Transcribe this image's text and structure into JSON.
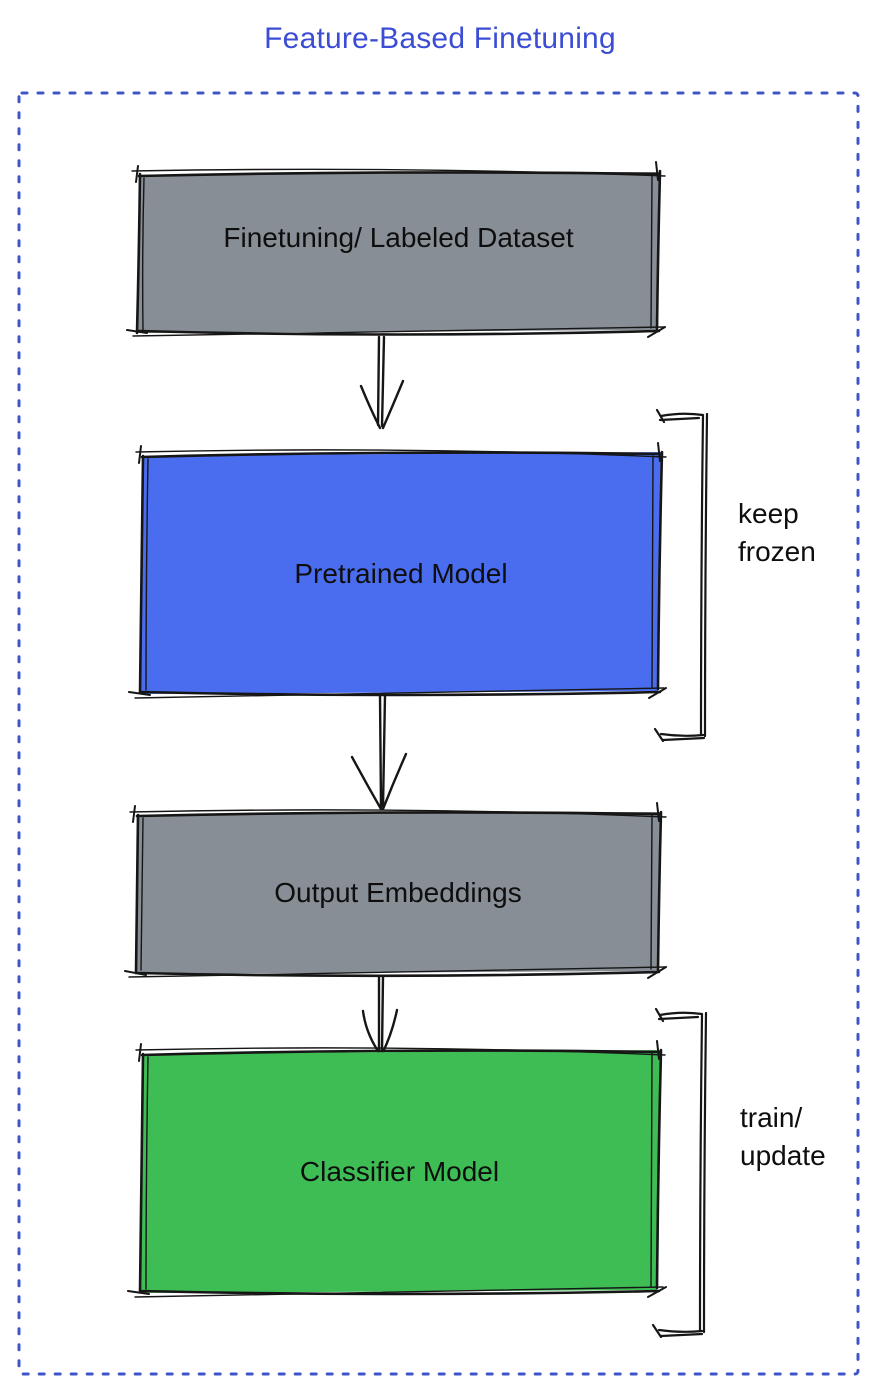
{
  "title": "Feature-Based Finetuning",
  "boxes": [
    {
      "label": "Finetuning/ Labeled Dataset"
    },
    {
      "label": "Pretrained Model"
    },
    {
      "label": "Output Embeddings"
    },
    {
      "label": "Classifier Model"
    }
  ],
  "annotations": {
    "keep_frozen": {
      "line1": "keep",
      "line2": "frozen"
    },
    "train_update": {
      "line1": "train/",
      "line2": "update"
    }
  },
  "colors": {
    "title_text": "#3B4DD5",
    "dashed_border": "#3E55C6",
    "dataset_box_fill": "#878E95",
    "pretrained_box_fill": "#4A6DF0",
    "embeddings_box_fill": "#878E95",
    "classifier_box_fill": "#3FBD55",
    "sketch_stroke": "#161616",
    "label_text": "#0E0E0E"
  }
}
